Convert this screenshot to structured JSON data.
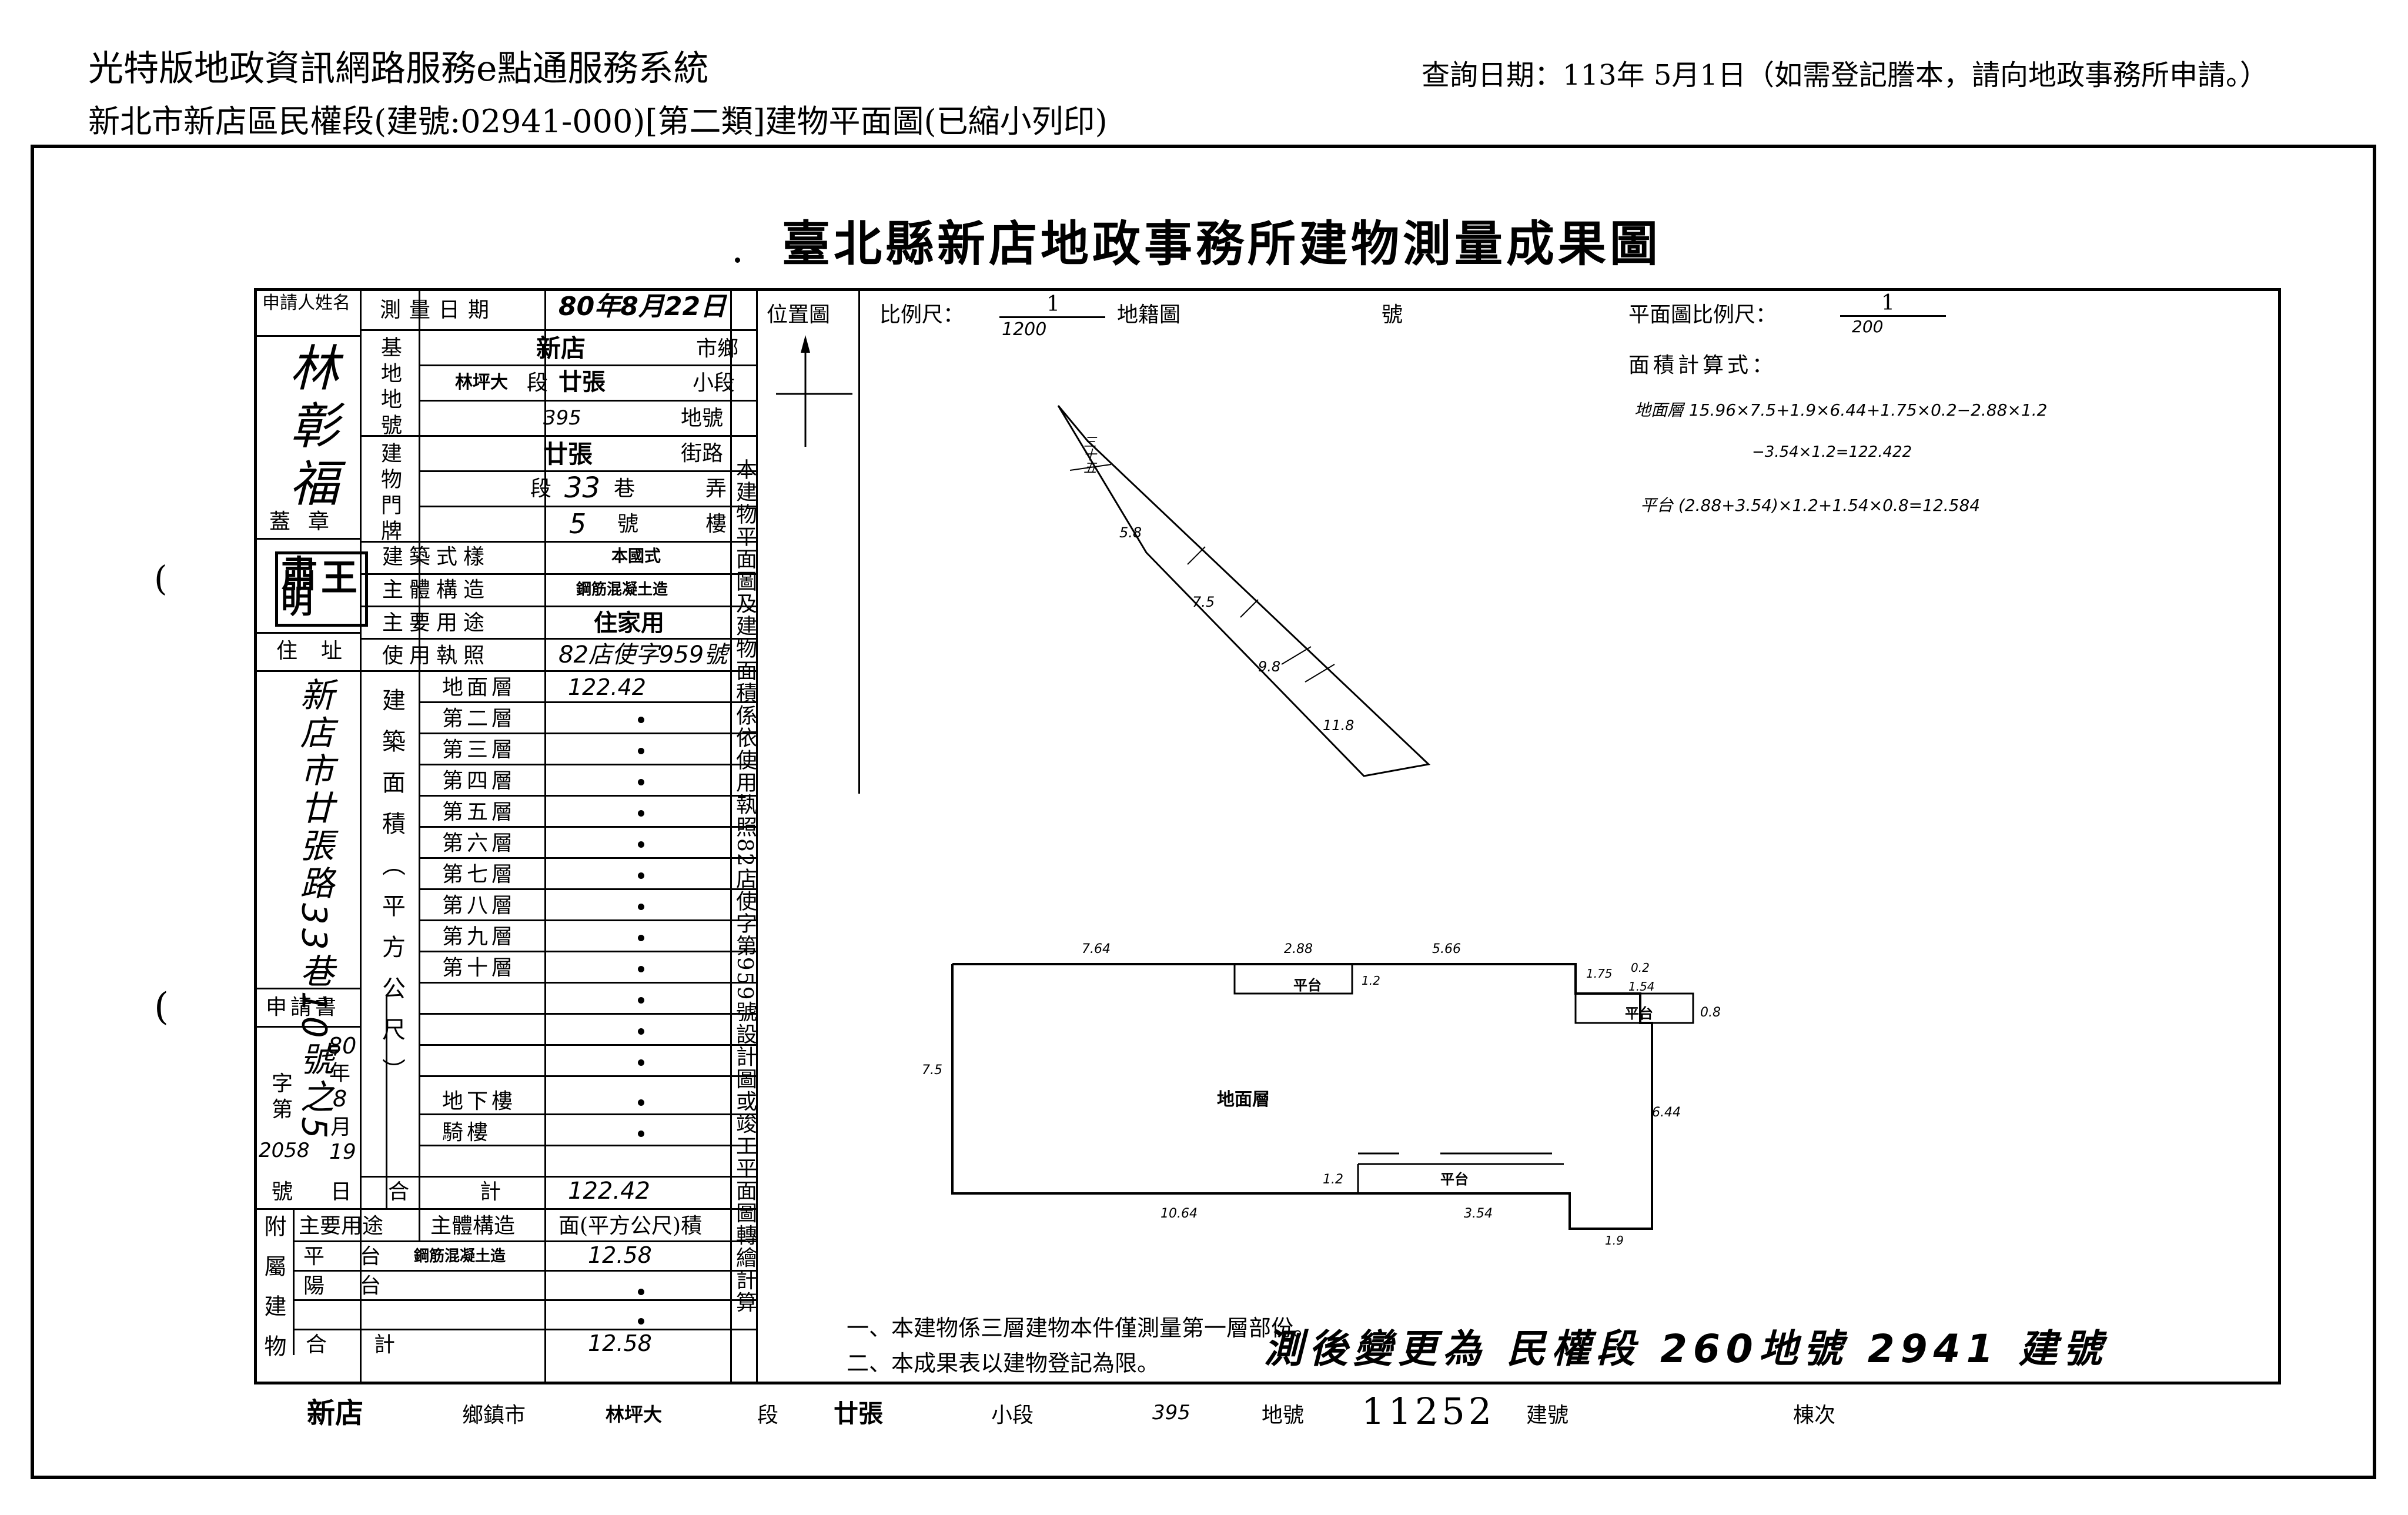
{
  "header": {
    "system_name": "光特版地政資訊網路服務e點通服務系統",
    "query_info": "查詢日期：113年 5月1日（如需登記謄本，請向地政事務所申請。）",
    "subtitle": "新北市新店區民權段(建號:02941-000)[第二類]建物平面圖(已縮小列印)"
  },
  "document": {
    "title": "臺北縣新店地政事務所建物測量成果圖",
    "left_table": {
      "applicant_label": "申請人姓名",
      "applicant_name": "林彰福",
      "seal_label": "蓋章",
      "seal_chars": [
        "肅",
        "王",
        "明"
      ],
      "address_label": "住址",
      "address_value": "新店市廿張路33巷10號之5",
      "application_label": "申請書",
      "application_value": "80年8月19日字第2058號",
      "application_date_year": "80",
      "application_date_month": "8",
      "application_date_day": "19",
      "application_number": "2058",
      "application_unit_labels": [
        "年",
        "月",
        "日",
        "字",
        "第",
        "號"
      ],
      "survey_date_label": "測量日期",
      "survey_date_value": "80年8月22日",
      "base_label": "基地地號",
      "base_district": "新店",
      "base_district_suffix": "市鄉",
      "base_section": "林坪大",
      "base_section_suffix": "段",
      "base_subsection": "廿張",
      "base_subsection_suffix": "小段",
      "base_lot": "395",
      "base_lot_suffix": "地號",
      "doorplate_label": "建物門牌",
      "door_road": "廿張",
      "door_road_suffix": "街路",
      "door_lane": "33",
      "door_lane_labels": [
        "段",
        "巷",
        "弄"
      ],
      "door_number": "5",
      "door_number_labels": [
        "號",
        "樓"
      ],
      "rows": [
        {
          "label": "建築式樣",
          "value": "本國式"
        },
        {
          "label": "主體構造",
          "value": "鋼筋混凝土造"
        },
        {
          "label": "主要用途",
          "value": "住家用"
        },
        {
          "label": "使用執照",
          "value": "82店使字959號"
        }
      ],
      "area_section_label": "建築面積（平方公尺）",
      "floors": [
        {
          "label": "地面層",
          "value": "122.42"
        },
        {
          "label": "第二層",
          "value": "."
        },
        {
          "label": "第三層",
          "value": "."
        },
        {
          "label": "第四層",
          "value": "."
        },
        {
          "label": "第五層",
          "value": "."
        },
        {
          "label": "第六層",
          "value": "."
        },
        {
          "label": "第七層",
          "value": "."
        },
        {
          "label": "第八層",
          "value": "."
        },
        {
          "label": "第九層",
          "value": "."
        },
        {
          "label": "第十層",
          "value": "."
        },
        {
          "label": "",
          "value": "."
        },
        {
          "label": "",
          "value": "."
        },
        {
          "label": "",
          "value": "."
        },
        {
          "label": "地下樓",
          "value": "."
        },
        {
          "label": "騎樓",
          "value": "."
        }
      ],
      "total_label": "合計",
      "total_value": "122.42",
      "attached_label": "附屬建物",
      "attached_headers": [
        "主要用途",
        "主體構造",
        "面(平方公尺)積"
      ],
      "attached_rows": [
        {
          "use": "平台",
          "structure": "鋼筋混凝土造",
          "area": "12.58"
        },
        {
          "use": "陽台",
          "structure": "",
          "area": "."
        },
        {
          "use": "",
          "structure": "",
          "area": "."
        }
      ],
      "attached_total_label": "合計",
      "attached_total_value": "12.58"
    },
    "vertical_note": "本建物平面圖及建物面積係依使用執照82店使字第959號設計圖或竣工平面圖轉繪計算",
    "location_map": {
      "label": "位置圖",
      "scale_label": "比例尺：",
      "scale_num": "1",
      "scale_den": "1200",
      "cadastral_label": "地籍圖",
      "number_label": "號",
      "parcel_label": "三十五",
      "parcel_values": [
        "5.8",
        "7.5",
        "9.8",
        "11.8"
      ]
    },
    "floor_plan": {
      "scale_label": "平面圖比例尺：",
      "scale_num": "1",
      "scale_den": "200",
      "area_formula_label": "面積計算式：",
      "formula_lines": [
        "地面層 15.96×7.5+1.9×6.44+1.75×0.2−2.88×1.2",
        "−3.54×1.2=122.422",
        "平台 (2.88+3.54)×1.2+1.54×0.8=12.584"
      ],
      "floor_label": "地面層",
      "platform_labels": [
        "平台",
        "平台",
        "平台"
      ],
      "dimensions": {
        "top": [
          "7.64",
          "2.88",
          "5.66",
          "1.75",
          "0.2"
        ],
        "side": [
          "7.5",
          "6.44",
          "0.8",
          "1.54",
          "1.9"
        ],
        "bottom": [
          "10.64",
          "1.2",
          "3.54",
          "1.2"
        ]
      }
    },
    "notes": [
      "一、本建物係三層建物本件僅測量第一層部份。",
      "二、本成果表以建物登記為限。"
    ],
    "change_note": "測後變更為 民權段 260地號 2941 建號",
    "footer": {
      "district": "新店",
      "district_label": "鄉鎮市",
      "section": "林坪大",
      "section_label": "段",
      "subsection": "廿張",
      "subsection_label": "小段",
      "lot": "395",
      "lot_label": "地號",
      "building_number": "11252",
      "building_label": "建號",
      "unit_label": "棟次"
    }
  }
}
